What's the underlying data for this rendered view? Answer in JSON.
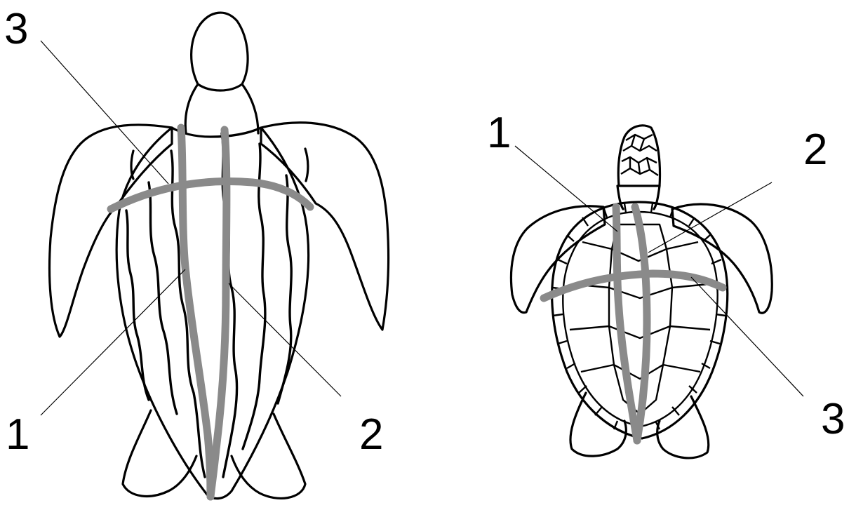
{
  "leatherback": {
    "labels": {
      "one": "1",
      "two": "2",
      "three": "3"
    }
  },
  "hardshell": {
    "labels": {
      "one": "1",
      "two": "2",
      "three": "3"
    }
  },
  "colors": {
    "measurement_line": "#8a8a8a",
    "outline": "#000000",
    "background": "#ffffff"
  }
}
